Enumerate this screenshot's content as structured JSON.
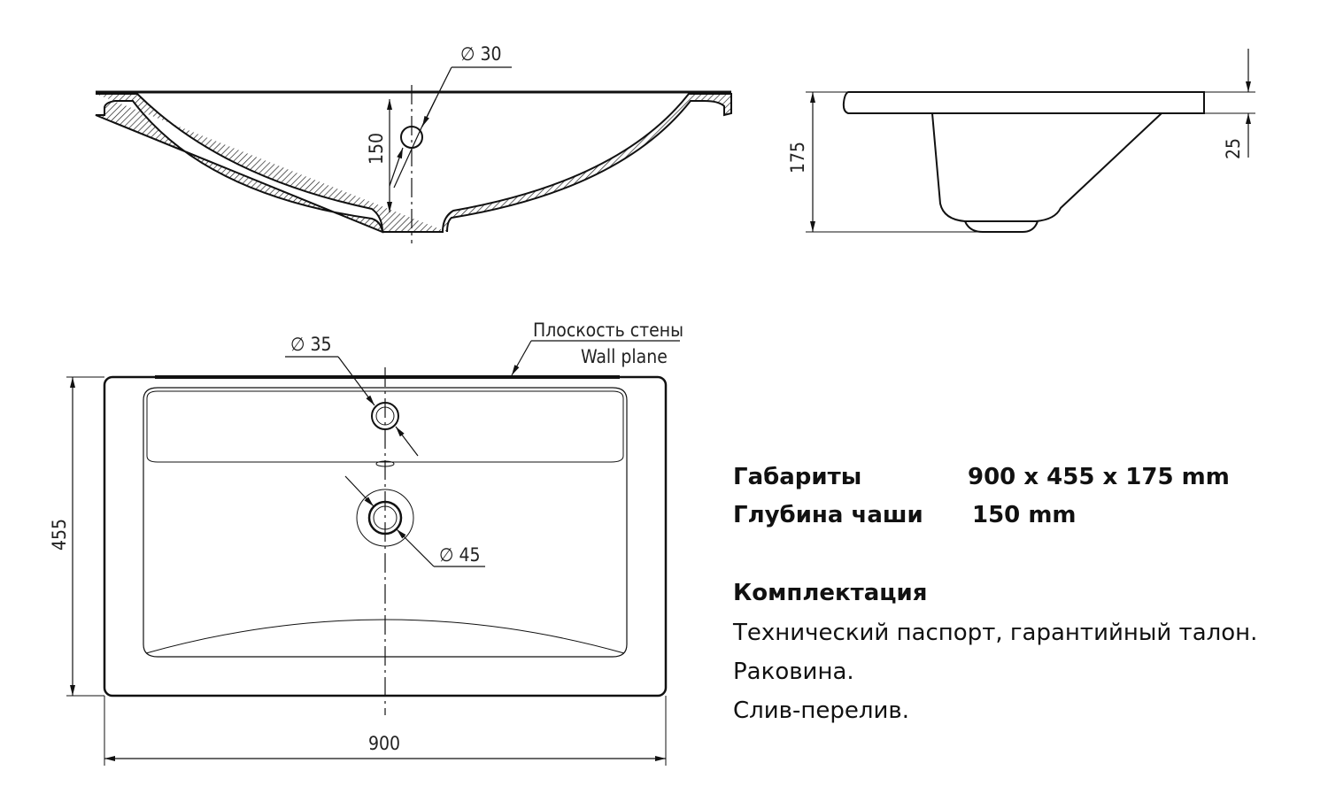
{
  "drawing": {
    "section_hole_dia": "∅ 30",
    "section_depth": "150",
    "side_height": "175",
    "side_rim": "25",
    "plan_overflow_dia": "∅ 35",
    "plan_drain_dia": "∅ 45",
    "plan_depth": "455",
    "plan_width": "900",
    "wall_plane_ru": "Плоскость стены",
    "wall_plane_en": "Wall plane"
  },
  "specs": {
    "dimensions_label": "Габариты",
    "dimensions_value": "900 x 455 x 175 mm",
    "bowl_depth_label": "Глубина чаши",
    "bowl_depth_value": "150 mm",
    "kit_title": "Комплектация",
    "kit_items": [
      "Технический паспорт, гарантийный талон.",
      "Раковина.",
      "Слив-перелив."
    ]
  }
}
